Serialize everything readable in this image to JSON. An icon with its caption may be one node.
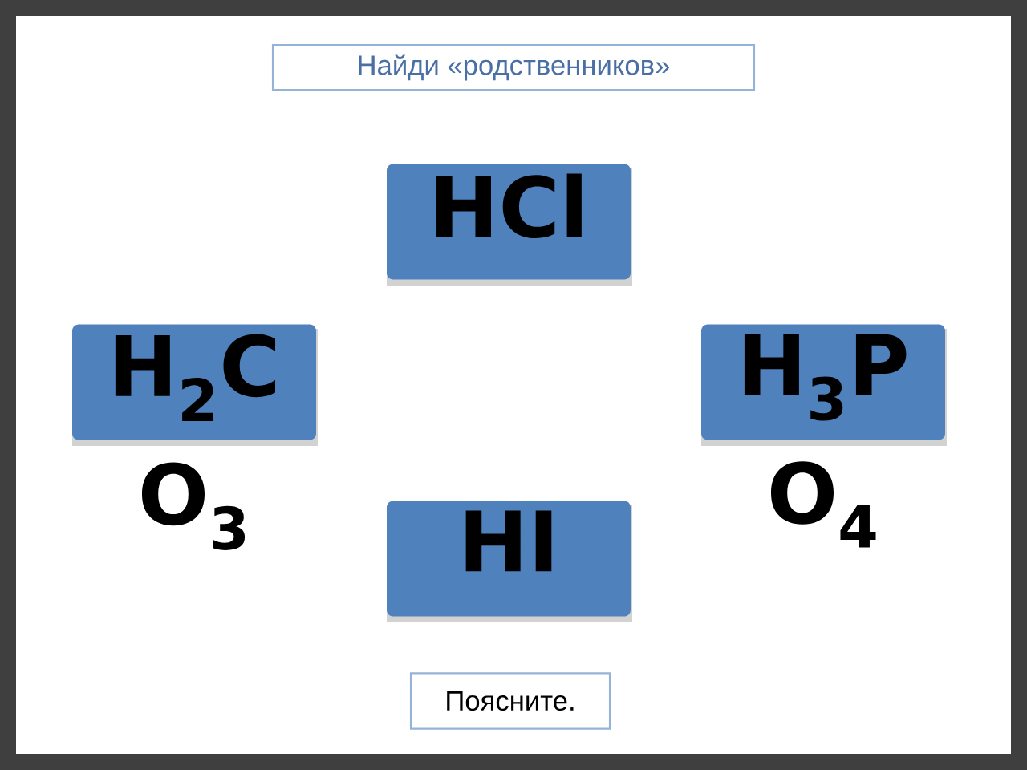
{
  "diagram": {
    "title": "Найди «родственников»",
    "nodes": [
      {
        "text": [
          "HCl"
        ]
      },
      {
        "text": [
          "H$_{2}$CO$_{3}$"
        ]
      },
      {
        "text": [
          "H$_{3}$PO$_{4}$"
        ]
      },
      {
        "text": [
          "HI"
        ]
      }
    ],
    "labels": [
      "Поясните."
    ]
  }
}
